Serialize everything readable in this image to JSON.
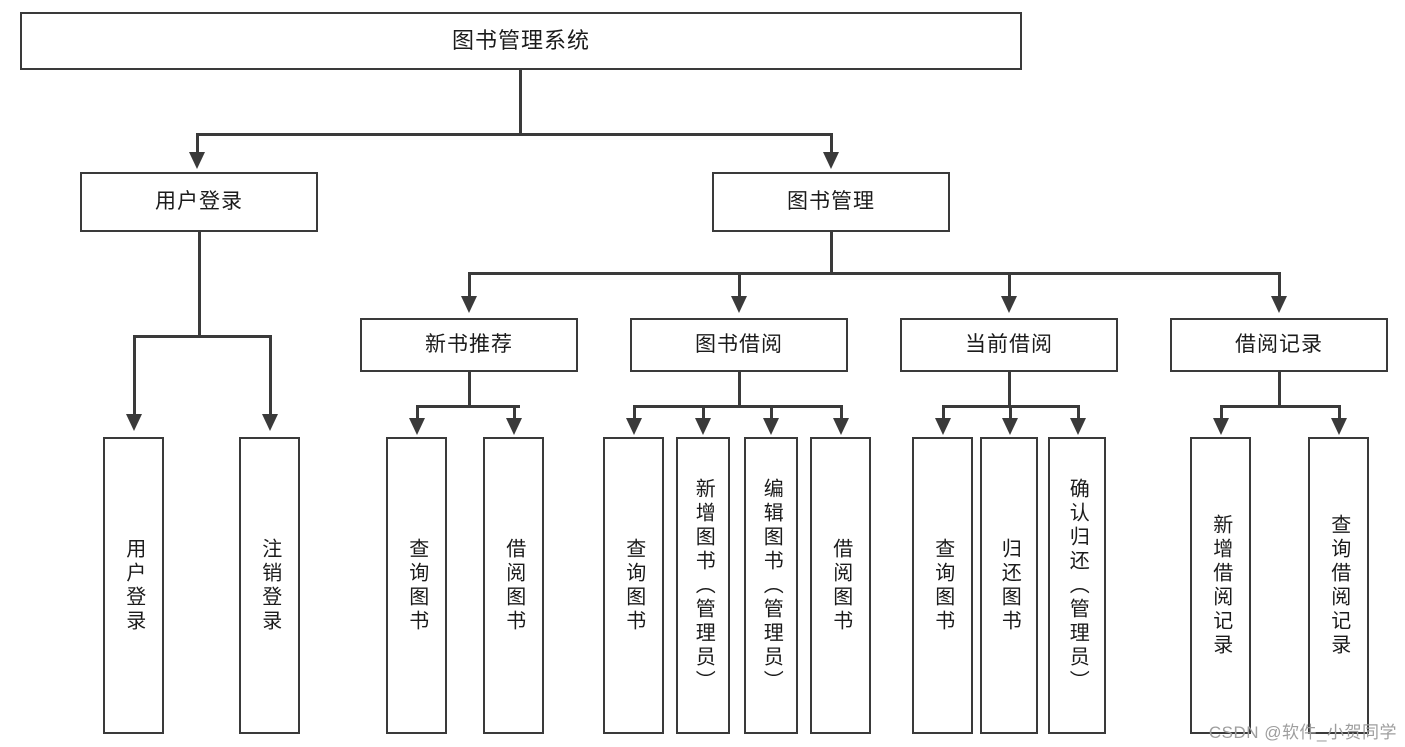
{
  "diagram": {
    "type": "tree-hierarchy-chart",
    "title": "图书管理系统",
    "watermark": "CSDN @软件_小贺同学",
    "colors": {
      "stroke": "#3a3a3a",
      "fill": "#ffffff",
      "text": "#1b1b1b",
      "watermark": "#9e9e9e"
    },
    "root": {
      "label": "图书管理系统"
    },
    "level2": [
      {
        "label": "用户登录"
      },
      {
        "label": "图书管理"
      }
    ],
    "level3": [
      {
        "label": "新书推荐"
      },
      {
        "label": "图书借阅"
      },
      {
        "label": "当前借阅"
      },
      {
        "label": "借阅记录"
      }
    ],
    "leaves": {
      "user_login": [
        {
          "label": "用户登录"
        },
        {
          "label": "注销登录"
        }
      ],
      "new_book_recommend": [
        {
          "label": "查询图书"
        },
        {
          "label": "借阅图书"
        }
      ],
      "book_borrow": [
        {
          "label": "查询图书"
        },
        {
          "label": "新增图书（管理员）"
        },
        {
          "label": "编辑图书（管理员）"
        },
        {
          "label": "借阅图书"
        }
      ],
      "current_borrow": [
        {
          "label": "查询图书"
        },
        {
          "label": "归还图书"
        },
        {
          "label": "确认归还（管理员）"
        }
      ],
      "borrow_record": [
        {
          "label": "新增借阅记录"
        },
        {
          "label": "查询借阅记录"
        }
      ]
    }
  }
}
